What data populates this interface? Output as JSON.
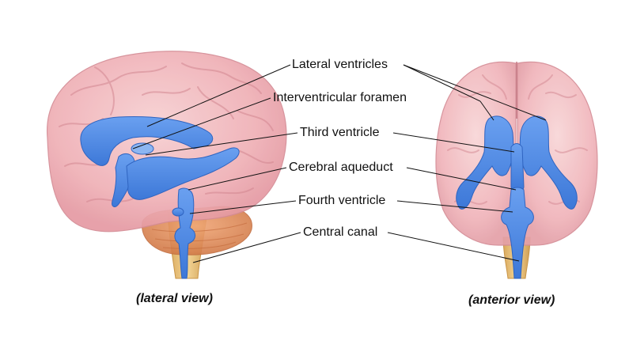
{
  "labels": {
    "lateral_ventricles": "Lateral ventricles",
    "interventricular_foramen": "Interventricular foramen",
    "third_ventricle": "Third ventricle",
    "cerebral_aqueduct": "Cerebral aqueduct",
    "fourth_ventricle": "Fourth ventricle",
    "central_canal": "Central canal"
  },
  "views": {
    "lateral": "(lateral view)",
    "anterior": "(anterior view)"
  },
  "colors": {
    "brain": "#f2b3b8",
    "brain_fold": "#d98f97",
    "ventricles": "#4f8ae6",
    "cerebellum": "#e8915e",
    "brainstem": "#e6c07a"
  }
}
